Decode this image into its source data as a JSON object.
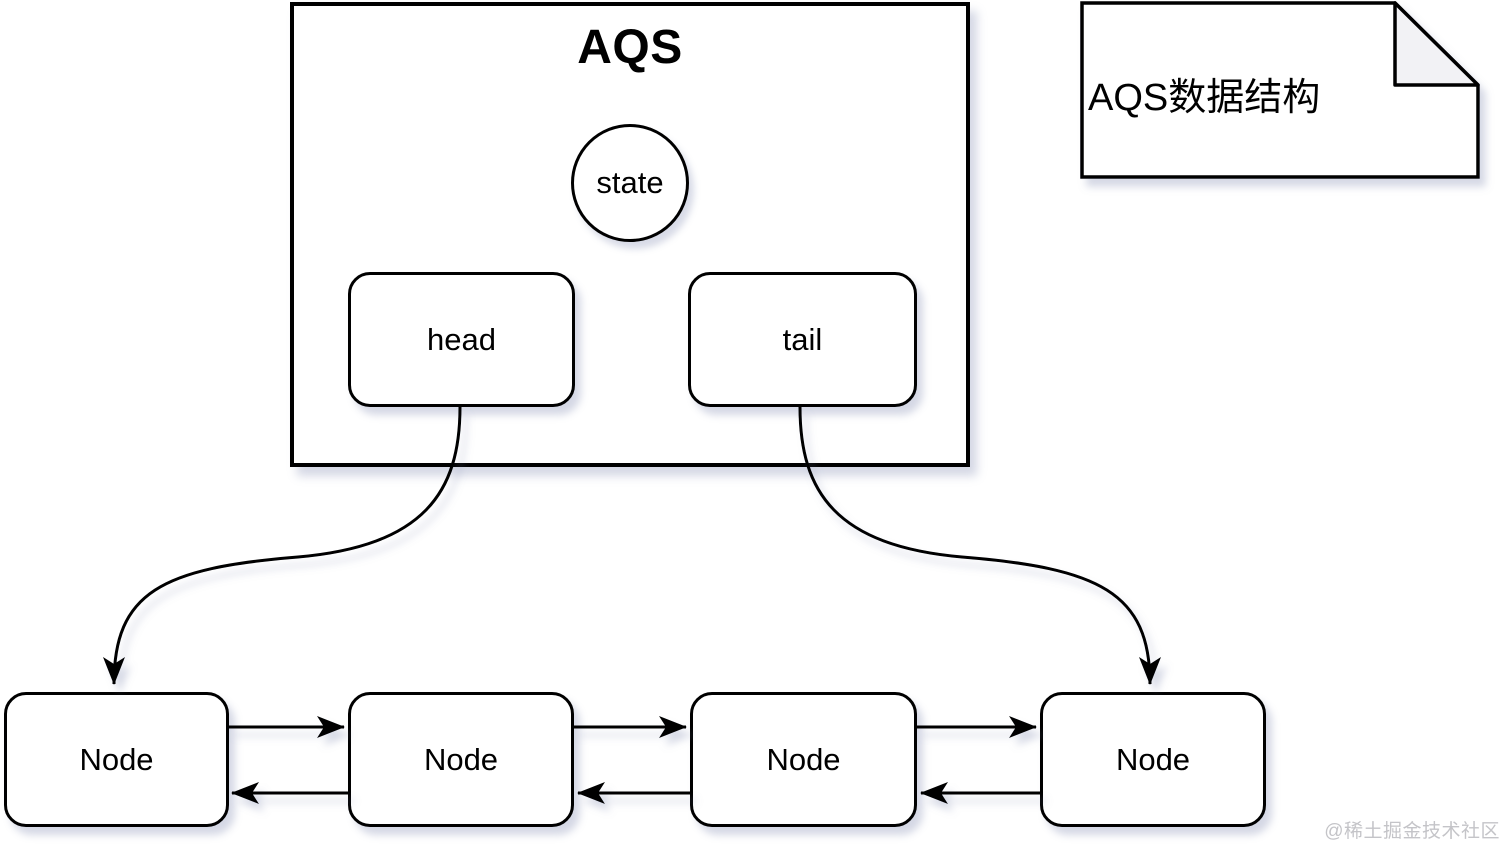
{
  "diagram": {
    "aqs_box": {
      "title": "AQS"
    },
    "state": {
      "label": "state"
    },
    "head": {
      "label": "head"
    },
    "tail": {
      "label": "tail"
    },
    "note": {
      "text": "AQS数据结构"
    },
    "nodes": [
      {
        "label": "Node"
      },
      {
        "label": "Node"
      },
      {
        "label": "Node"
      },
      {
        "label": "Node"
      }
    ],
    "edges": [
      {
        "from": "head",
        "to": "node-1",
        "style": "s-curve-arrow"
      },
      {
        "from": "tail",
        "to": "node-4",
        "style": "s-curve-arrow"
      },
      {
        "from": "node-1",
        "to": "node-2",
        "type": "next"
      },
      {
        "from": "node-2",
        "to": "node-1",
        "type": "prev"
      },
      {
        "from": "node-2",
        "to": "node-3",
        "type": "next"
      },
      {
        "from": "node-3",
        "to": "node-2",
        "type": "prev"
      },
      {
        "from": "node-3",
        "to": "node-4",
        "type": "next"
      },
      {
        "from": "node-4",
        "to": "node-3",
        "type": "prev"
      }
    ],
    "watermark": "@稀土掘金技术社区",
    "colors": {
      "stroke": "#000000",
      "shape_fill": "#ffffff",
      "note_fold_fill": "#f2f2f5",
      "shadow": "#7d87af",
      "watermark_text": "#c4c4c8"
    }
  }
}
